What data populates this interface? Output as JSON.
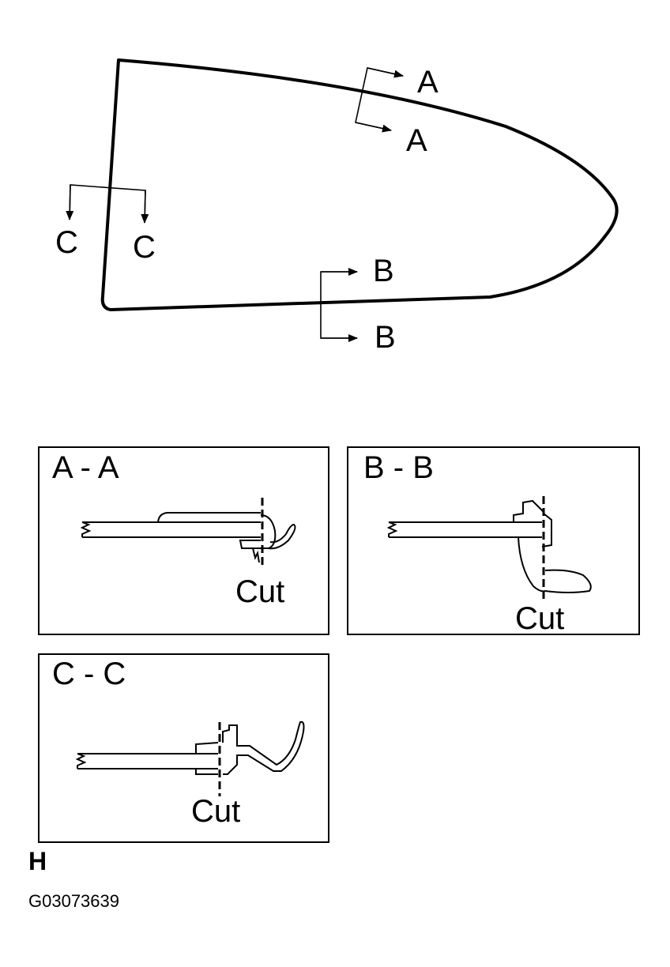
{
  "main_view": {
    "marker_a_top": "A",
    "marker_a_bottom": "A",
    "marker_b_top": "B",
    "marker_b_bottom": "B",
    "marker_c_left": "C",
    "marker_c_right": "C"
  },
  "sections": {
    "aa": {
      "title": "A - A",
      "cut_label": "Cut"
    },
    "bb": {
      "title": "B - B",
      "cut_label": "Cut"
    },
    "cc": {
      "title": "C - C",
      "cut_label": "Cut"
    }
  },
  "figure": {
    "letter": "H",
    "code": "G03073639"
  }
}
